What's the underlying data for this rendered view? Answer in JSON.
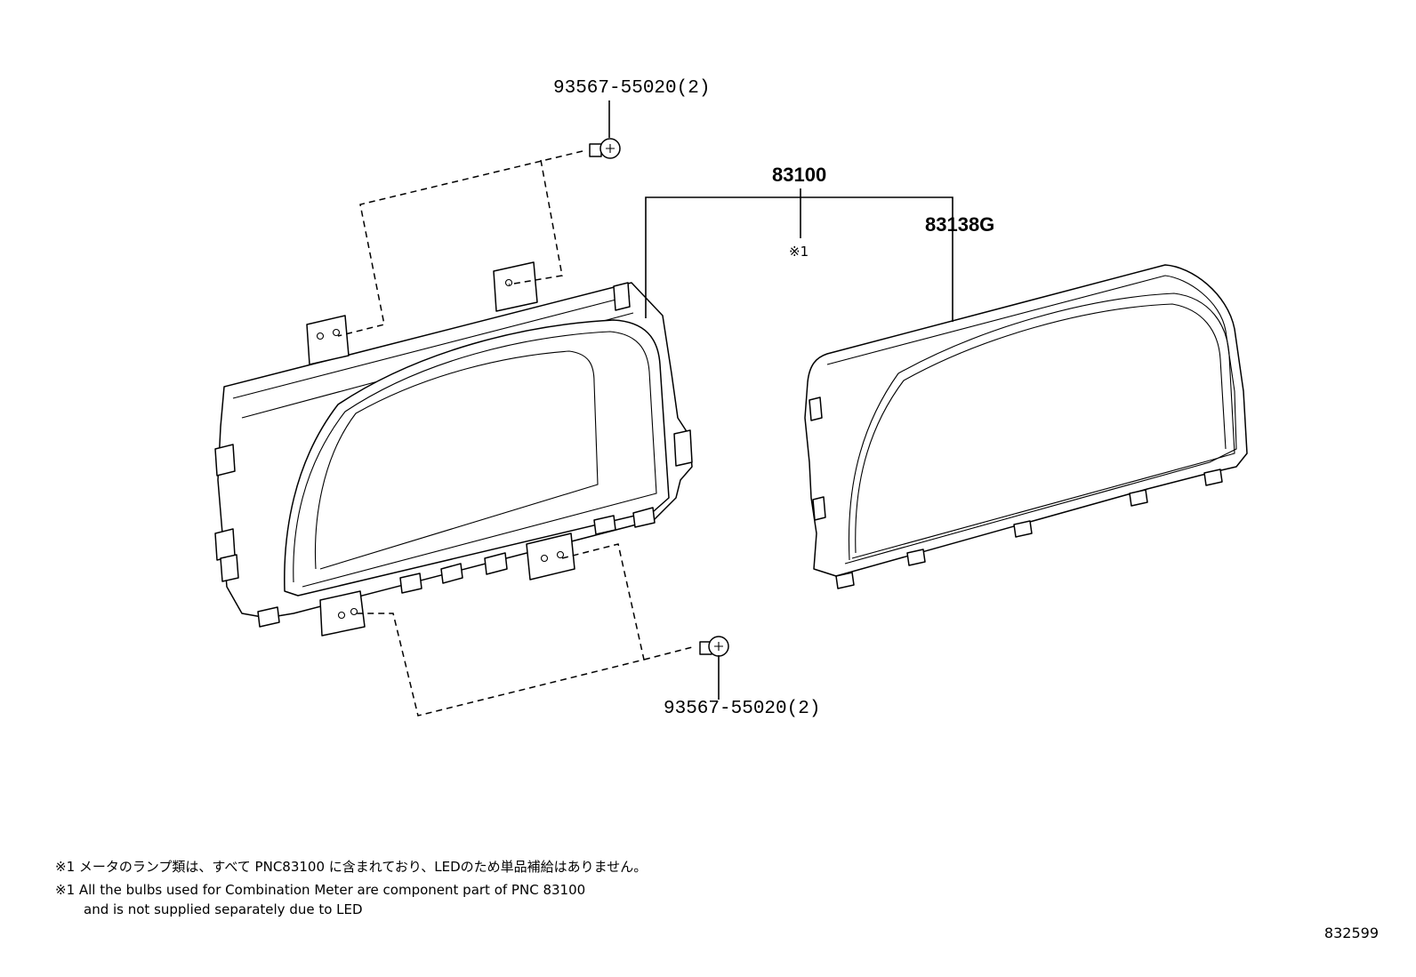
{
  "callouts": {
    "bolt_top": "93567-55020(2)",
    "bolt_bottom": "93567-55020(2)",
    "assembly": "83100",
    "glass": "83138G",
    "assembly_note_ref": "※1"
  },
  "notes": {
    "jp": "※1 メータのランプ類は、すべて PNC83100 に含まれており、LEDのため単品補給はありません。",
    "en_line1": "※1 All the bulbs used for Combination Meter are component part of PNC 83100",
    "en_line2": "and is not supplied separately due to LED"
  },
  "illustration_number": "832599"
}
